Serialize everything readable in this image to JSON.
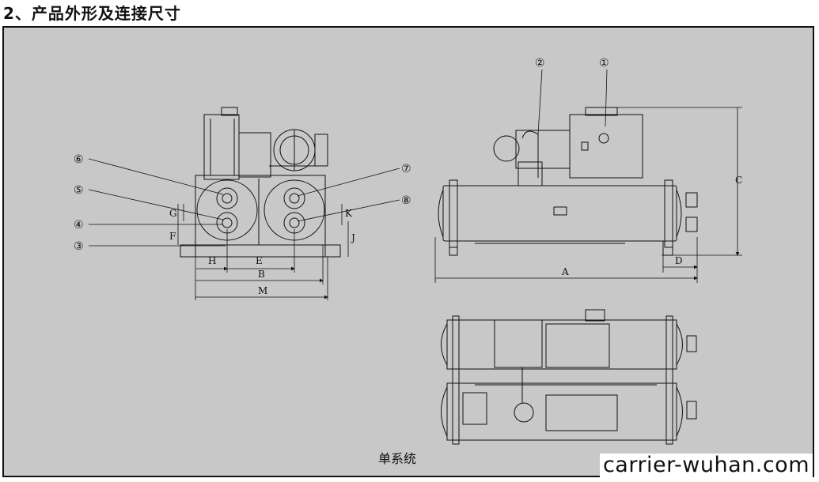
{
  "heading": "2、产品外形及连接尺寸",
  "caption": "单系统",
  "watermark": "carrier-wuhan.com",
  "callouts": {
    "c1": "①",
    "c2": "②",
    "c3": "③",
    "c4": "④",
    "c5": "⑤",
    "c6": "⑥",
    "c7": "⑦",
    "c8": "⑧"
  },
  "dimensions": {
    "A": "A",
    "B": "B",
    "C": "C",
    "D": "D",
    "E": "E",
    "F": "F",
    "G": "G",
    "H": "H",
    "J": "J",
    "K": "K",
    "M": "M"
  },
  "colors": {
    "background": "#c8c8c8",
    "line": "#111111"
  }
}
